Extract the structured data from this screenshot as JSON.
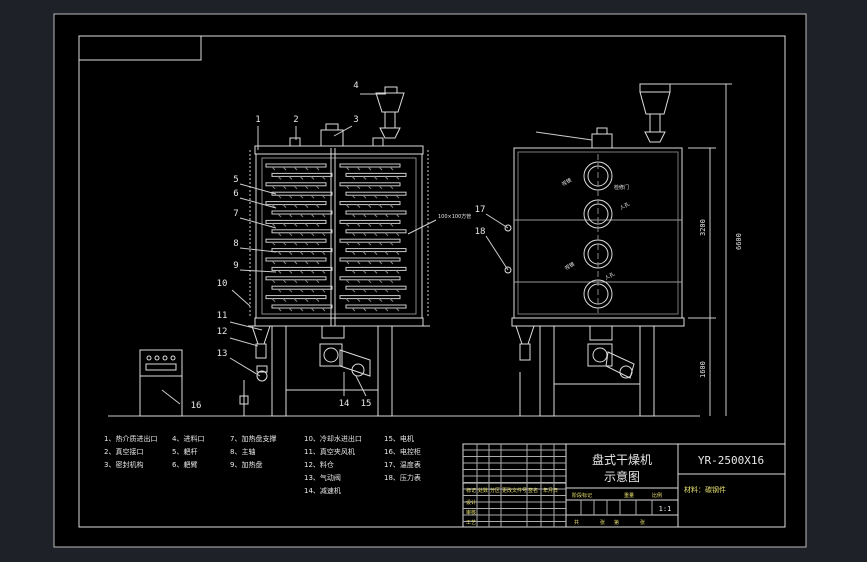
{
  "drawing": {
    "callouts": [
      "1",
      "2",
      "3",
      "4",
      "5",
      "6",
      "7",
      "8",
      "9",
      "10",
      "11",
      "12",
      "13",
      "14",
      "15",
      "16",
      "17",
      "18"
    ],
    "legend": [
      [
        "1、热介质进出口",
        "4、进料口",
        "7、加热盘支撑",
        "10、冷却水进出口",
        "15、电机"
      ],
      [
        "2、真空接口",
        "5、耙杆",
        "8、主轴",
        "11、真空夹风机",
        "16、电控柜"
      ],
      [
        "3、密封机构",
        "6、耙臂",
        "9、加热盘",
        "12、料仓",
        "17、温度表"
      ],
      [
        "",
        "",
        "",
        "13、气动阀",
        "18、压力表"
      ],
      [
        "",
        "",
        "",
        "14、减速机",
        ""
      ]
    ],
    "dim_labels": {
      "overall": "6600",
      "upper": "3200",
      "lower": "1600",
      "pipe": "100×100方管"
    },
    "side_labels": [
      "视镜",
      "检修门",
      "人孔"
    ]
  },
  "title_block": {
    "title_line1": "盘式干燥机",
    "title_line2": "示意图",
    "model": "YR-2500X16",
    "material": "材料：碳钢件",
    "scale": "1:1",
    "row_labels": [
      "标记",
      "设计",
      "审核",
      "工艺"
    ],
    "col_labels": [
      "处数",
      "分区",
      "更改文件号",
      "签名",
      "年月日"
    ],
    "stage_labels": [
      "阶段标记",
      "重量",
      "比例"
    ],
    "sheet_labels": [
      "共",
      "张",
      "第",
      "张"
    ]
  }
}
